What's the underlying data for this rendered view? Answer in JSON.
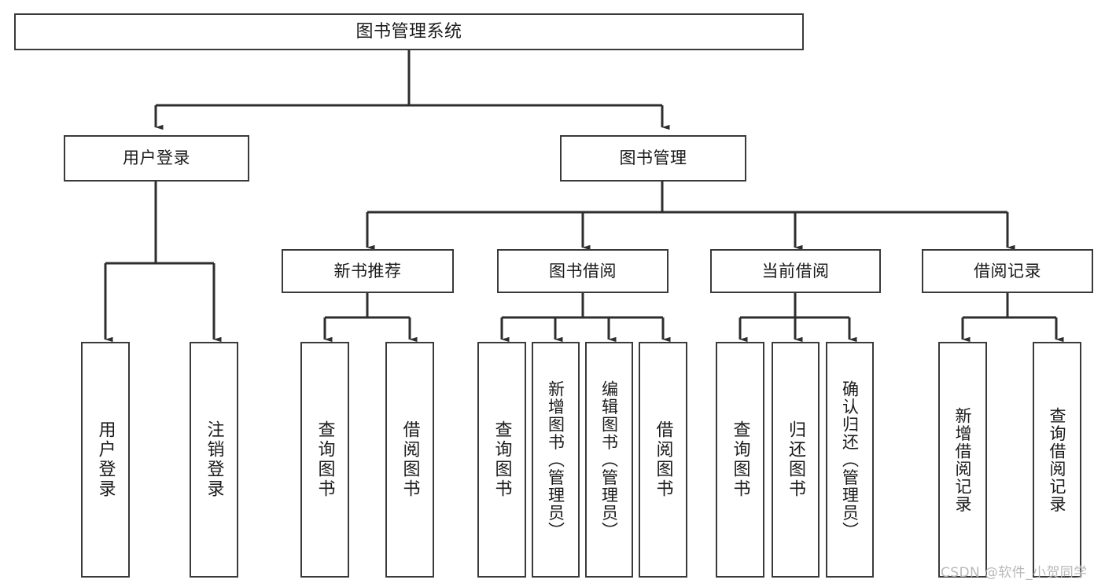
{
  "diagram": {
    "title": "图书管理系统",
    "type": "hierarchy-tree",
    "watermark": "CSDN @软件_小贺同学",
    "colors": {
      "stroke": "#3a3a3a",
      "fill": "#ffffff",
      "text": "#1a1a1a",
      "watermark": "#b9b9b9"
    },
    "levels": {
      "root": {
        "label": "图书管理系统"
      },
      "level1": [
        {
          "id": "user-login",
          "label": "用户登录"
        },
        {
          "id": "book-management",
          "label": "图书管理"
        }
      ],
      "level2": [
        {
          "id": "new-book-recommend",
          "label": "新书推荐",
          "parent": "book-management"
        },
        {
          "id": "book-borrow",
          "label": "图书借阅",
          "parent": "book-management"
        },
        {
          "id": "current-borrow",
          "label": "当前借阅",
          "parent": "book-management"
        },
        {
          "id": "borrow-record",
          "label": "借阅记录",
          "parent": "book-management"
        }
      ],
      "leaves": [
        {
          "id": "leaf-user-login",
          "label": "用户登录",
          "parent": "user-login"
        },
        {
          "id": "leaf-logout-login",
          "label": "注销登录",
          "parent": "user-login"
        },
        {
          "id": "leaf-query-book-1",
          "label": "查询图书",
          "parent": "new-book-recommend"
        },
        {
          "id": "leaf-borrow-book-1",
          "label": "借阅图书",
          "parent": "new-book-recommend"
        },
        {
          "id": "leaf-query-book-2",
          "label": "查询图书",
          "parent": "book-borrow"
        },
        {
          "id": "leaf-add-book",
          "label": "新增图书（管理员）",
          "parent": "book-borrow"
        },
        {
          "id": "leaf-edit-book",
          "label": "编辑图书（管理员）",
          "parent": "book-borrow"
        },
        {
          "id": "leaf-borrow-book-2",
          "label": "借阅图书",
          "parent": "book-borrow"
        },
        {
          "id": "leaf-query-book-3",
          "label": "查询图书",
          "parent": "current-borrow"
        },
        {
          "id": "leaf-return-book",
          "label": "归还图书",
          "parent": "current-borrow"
        },
        {
          "id": "leaf-confirm-return",
          "label": "确认归还（管理员）",
          "parent": "current-borrow"
        },
        {
          "id": "leaf-add-record",
          "label": "新增借阅记录",
          "parent": "borrow-record"
        },
        {
          "id": "leaf-query-record",
          "label": "查询借阅记录",
          "parent": "borrow-record"
        }
      ]
    }
  }
}
